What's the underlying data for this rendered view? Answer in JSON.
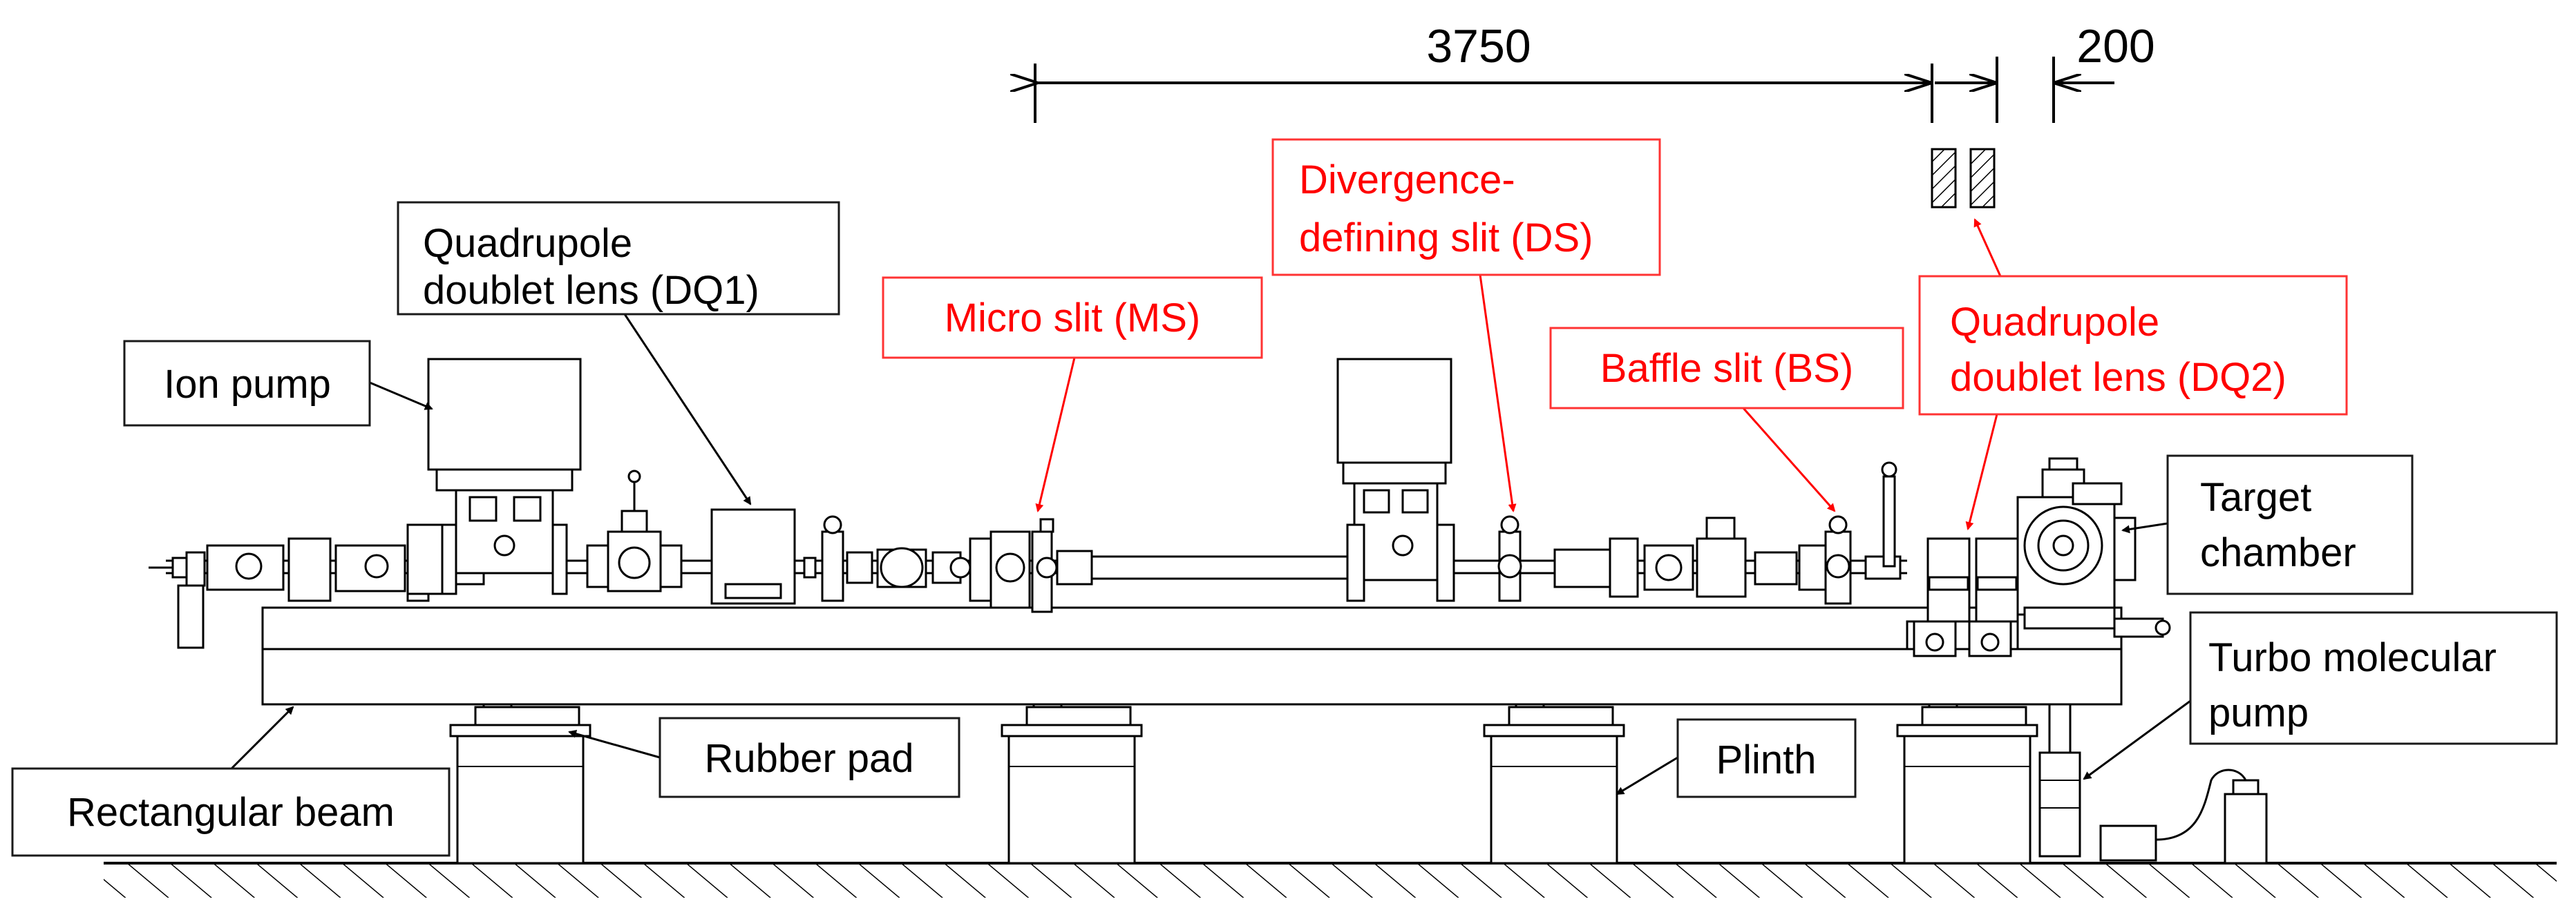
{
  "dimensions": {
    "main": "3750",
    "small": "200"
  },
  "labels": {
    "ion_pump": "Ion pump",
    "dq1_line1": "Quadrupole",
    "dq1_line2": "doublet lens (DQ1)",
    "micro_slit": "Micro slit (MS)",
    "ds_line1": "Divergence-",
    "ds_line2": "defining slit (DS)",
    "baffle_slit": "Baffle slit (BS)",
    "dq2_line1": "Quadrupole",
    "dq2_line2": "doublet lens (DQ2)",
    "target_line1": "Target",
    "target_line2": "chamber",
    "turbo_line1": "Turbo molecular",
    "turbo_line2": "pump",
    "rubber_pad": "Rubber pad",
    "plinth": "Plinth",
    "rectangular_beam": "Rectangular beam"
  },
  "colors": {
    "red_label": "#ff0000",
    "black_label": "#000000"
  }
}
